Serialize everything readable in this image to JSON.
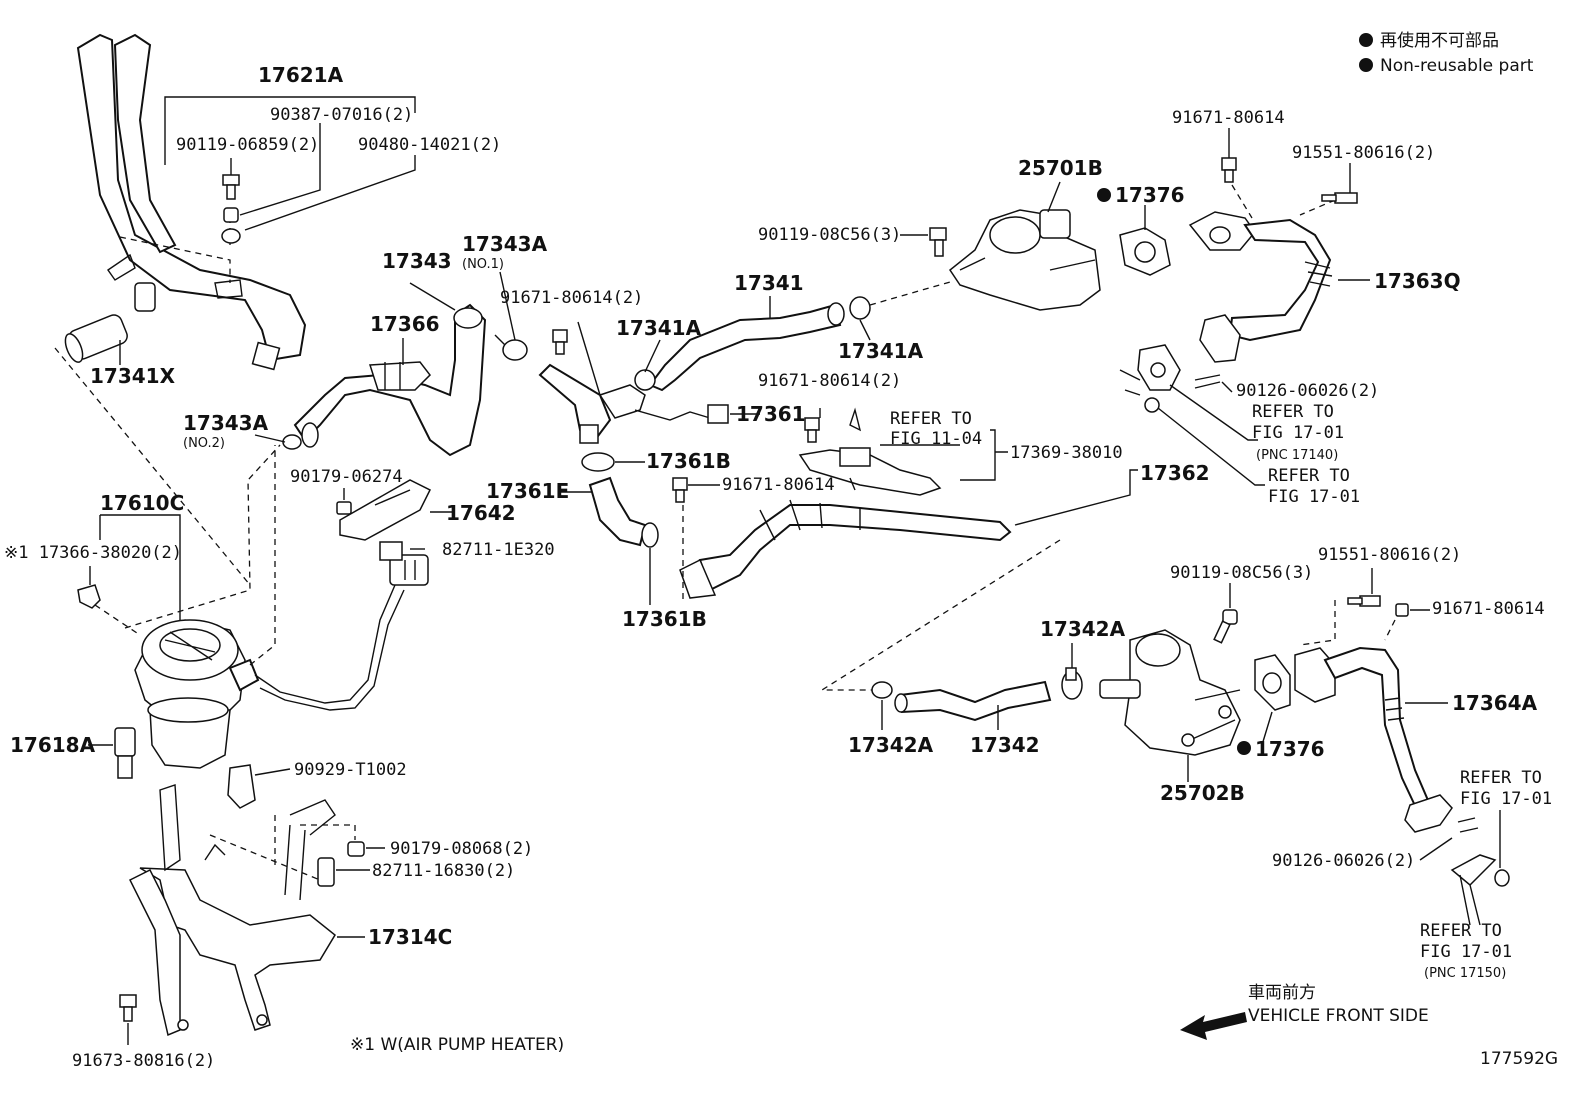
{
  "legend": {
    "line_jp": "再使用不可部品",
    "line_en": "Non-reusable part"
  },
  "labels": {
    "p17621A": "17621A",
    "p90387": "90387-07016(2)",
    "p90119_06859": "90119-06859(2)",
    "p90480": "90480-14021(2)",
    "p17343": "17343",
    "p17343A_no1": "17343A",
    "no1": "(NO.1)",
    "p17366": "17366",
    "p17341X": "17341X",
    "p17343A_no2": "17343A",
    "no2": "(NO.2)",
    "p90179_06274": "90179-06274",
    "p17642": "17642",
    "p82711_1E320": "82711-1E320",
    "p17610C": "17610C",
    "p17366_38020": "※1 17366-38020(2)",
    "p17618A": "17618A",
    "p90929": "90929-T1002",
    "p90179_08068": "90179-08068(2)",
    "p82711_16830": "82711-16830(2)",
    "p17314C": "17314C",
    "p91673": "91673-80816(2)",
    "note1": "※1 W(AIR PUMP HEATER)",
    "p91671_80614_2a": "91671-80614(2)",
    "p17341A_top": "17341A",
    "p17341": "17341",
    "p17341A_bot": "17341A",
    "p17361": "17361",
    "p91671_80614_2b": "91671-80614(2)",
    "refer1104_a": "REFER TO",
    "refer1104_b": "FIG 11-04",
    "p17369": "17369-38010",
    "p17361B_top": "17361B",
    "p17361E": "17361E",
    "p91671_80614_c": "91671-80614",
    "p17362": "17362",
    "p17361B_bot": "17361B",
    "p90119_08C56_top": "90119-08C56(3)",
    "p25701B": "25701B",
    "p17376_top": "17376",
    "p91671_80614_top": "91671-80614",
    "p91551_80616_top": "91551-80616(2)",
    "p17363Q": "17363Q",
    "p90126_06026_top": "90126-06026(2)",
    "refer1701_a1": "REFER TO",
    "refer1701_a2": "FIG 17-01",
    "pnc17140": "(PNC 17140)",
    "refer1701_b1": "REFER TO",
    "refer1701_b2": "FIG 17-01",
    "p91551_80616_bot": "91551-80616(2)",
    "p90119_08C56_bot": "90119-08C56(3)",
    "p91671_80614_bot": "91671-80614",
    "p17342A_top": "17342A",
    "p17364A": "17364A",
    "p17342A_bot": "17342A",
    "p17342": "17342",
    "p17376_bot": "17376",
    "p25702B": "25702B",
    "refer1701_c1": "REFER TO",
    "refer1701_c2": "FIG 17-01",
    "p90126_06026_bot": "90126-06026(2)",
    "refer1701_d1": "REFER TO",
    "refer1701_d2": "FIG 17-01",
    "pnc17150": "(PNC 17150)",
    "front_jp": "車両前方",
    "front_en": "VEHICLE FRONT SIDE",
    "figure_id": "177592G"
  }
}
